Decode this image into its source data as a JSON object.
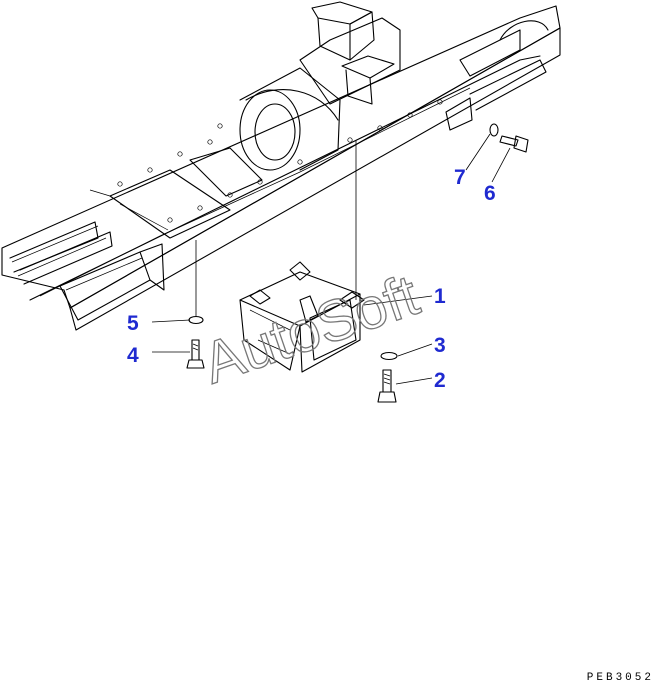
{
  "callouts": [
    {
      "id": "1",
      "label": "1"
    },
    {
      "id": "2",
      "label": "2"
    },
    {
      "id": "3",
      "label": "3"
    },
    {
      "id": "4",
      "label": "4"
    },
    {
      "id": "5",
      "label": "5"
    },
    {
      "id": "6",
      "label": "6"
    },
    {
      "id": "7",
      "label": "7"
    }
  ],
  "watermark": "AutoSoft",
  "drawing_code": "PEB3052",
  "colors": {
    "callout": "#1f2ad0",
    "line": "#000000",
    "watermark": "#777777"
  }
}
